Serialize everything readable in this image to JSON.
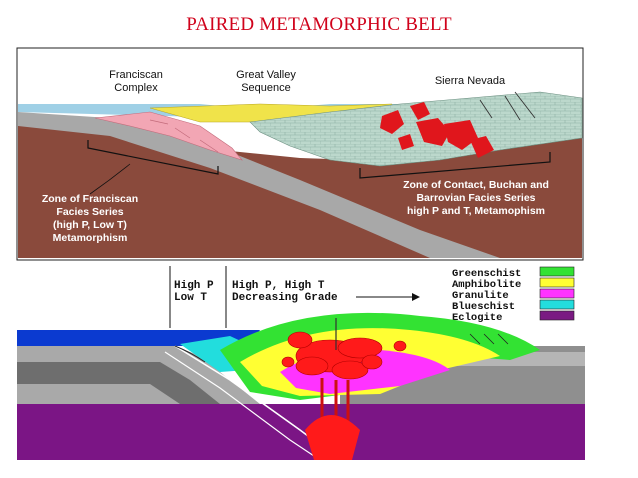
{
  "title": "PAIRED METAMORPHIC BELT",
  "top_section": {
    "label_franciscan": [
      "Franciscan",
      "Complex"
    ],
    "label_great_valley": [
      "Great Valley",
      "Sequence"
    ],
    "label_sierra": "Sierra Nevada",
    "zone_left": [
      "Zone of Franciscan",
      "Facies Series",
      "(high P, Low T)",
      "Metamorphism"
    ],
    "zone_right": [
      "Zone of Contact, Buchan and",
      "Barrovian Facies Series",
      "high P and T, Metamophism"
    ]
  },
  "bottom_section": {
    "grade_left": [
      "High P",
      "Low T"
    ],
    "grade_right": [
      "High P, High T",
      "Decreasing Grade"
    ],
    "legend": [
      {
        "label": "Greenschist",
        "color": "#33e233"
      },
      {
        "label": "Amphibolite",
        "color": "#ffff33"
      },
      {
        "label": "Granulite",
        "color": "#ff33ff"
      },
      {
        "label": "Blueschist",
        "color": "#22dddd"
      },
      {
        "label": "Eclogite",
        "color": "#7a1a82"
      }
    ]
  },
  "colors": {
    "title": "#d0021b",
    "ocean": "#0b3ad0",
    "mantle": "#7b1585",
    "melt": "#ff1a1a",
    "crust_brown": "#8a4a3c",
    "slab_gray": "#9c9c9c"
  }
}
